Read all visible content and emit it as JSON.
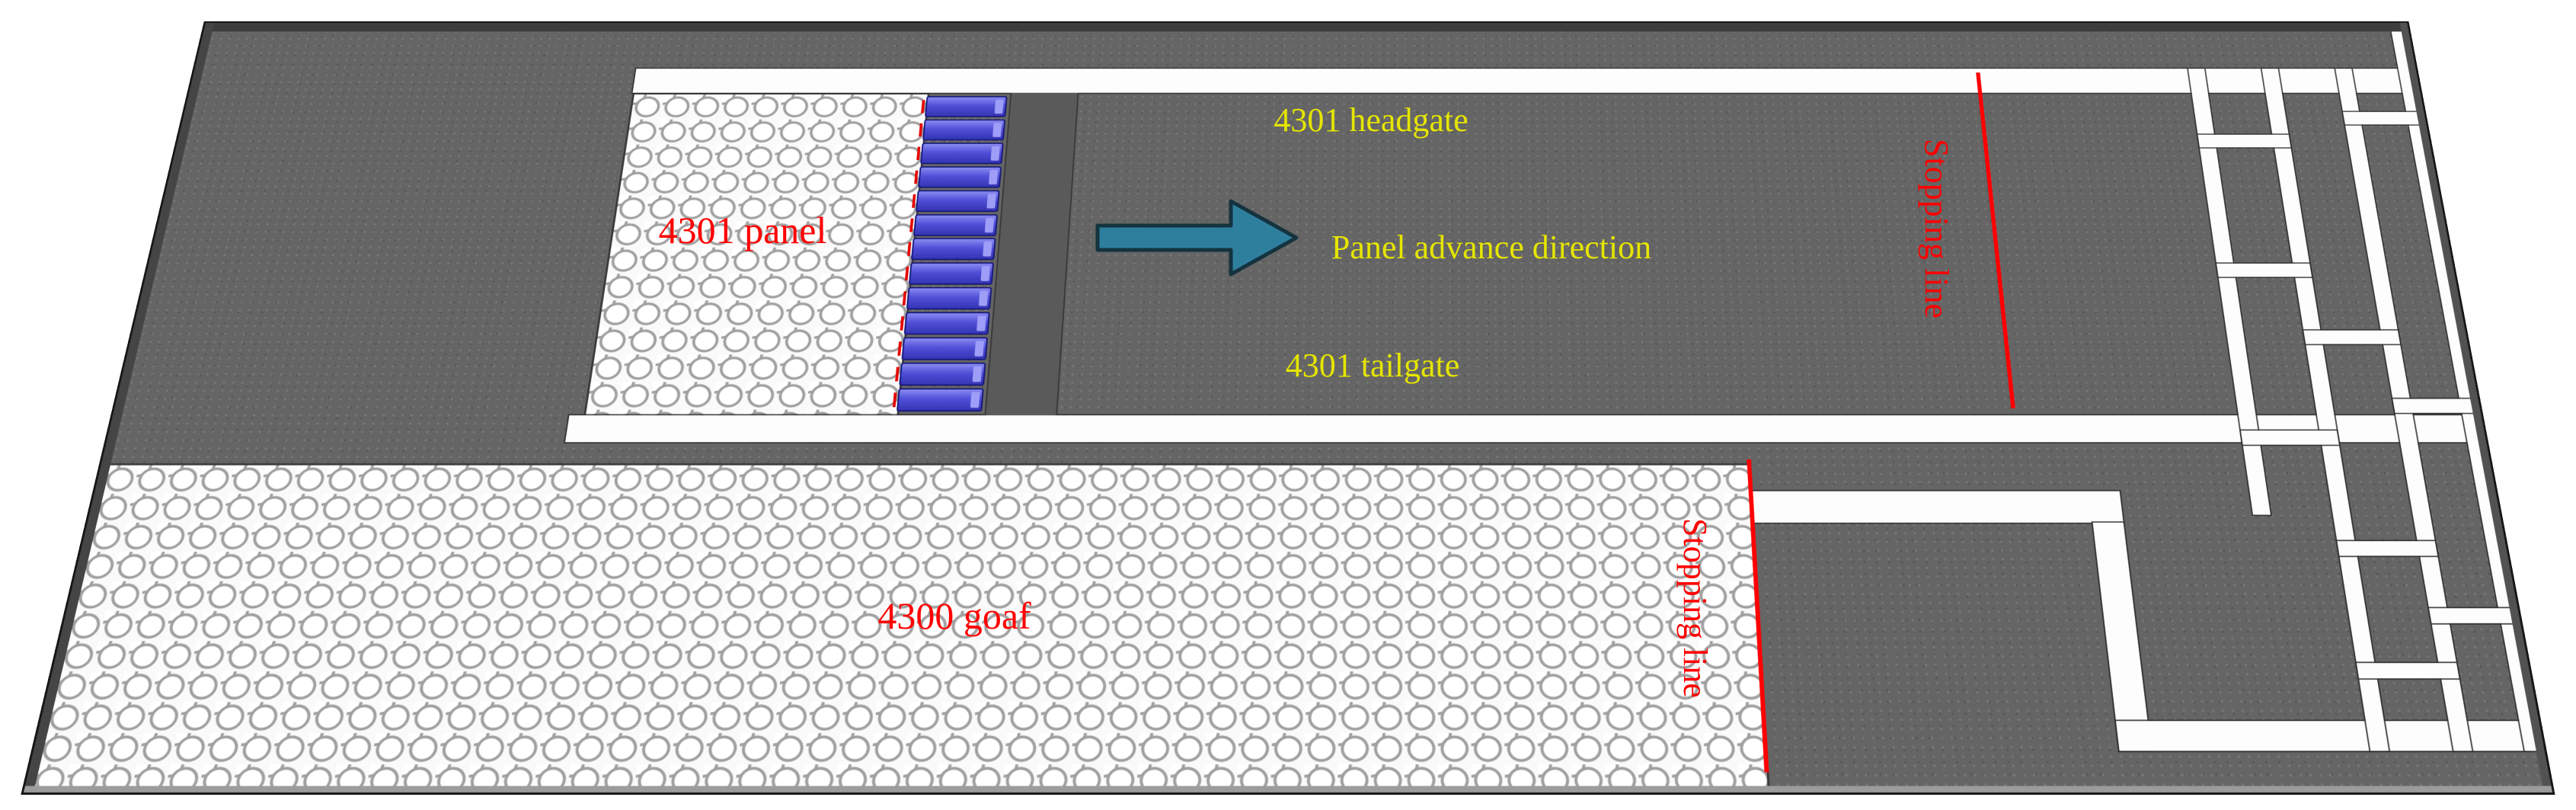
{
  "figure": {
    "labels": {
      "panel_4301": "4301 panel",
      "headgate_4301": "4301 headgate",
      "advance_direction": "Panel advance direction",
      "tailgate_4301": "4301 tailgate",
      "goaf_4300": "4300 goaf",
      "stopping_line_panel": "Stopping line",
      "stopping_line_goaf": "Stopping line"
    },
    "colors": {
      "rock_gray": "#656565",
      "roadway_white": "#ffffff",
      "goaf_outline_gray": "#a0a0a0",
      "label_red": "#ff0000",
      "label_yellow": "#e5e500",
      "stopping_line_red": "#ff0000",
      "shield_blue": "#5050d8",
      "arrow_fill_teal": "#2e7f9e"
    },
    "icons": {
      "advance_arrow": "right-arrow"
    }
  }
}
